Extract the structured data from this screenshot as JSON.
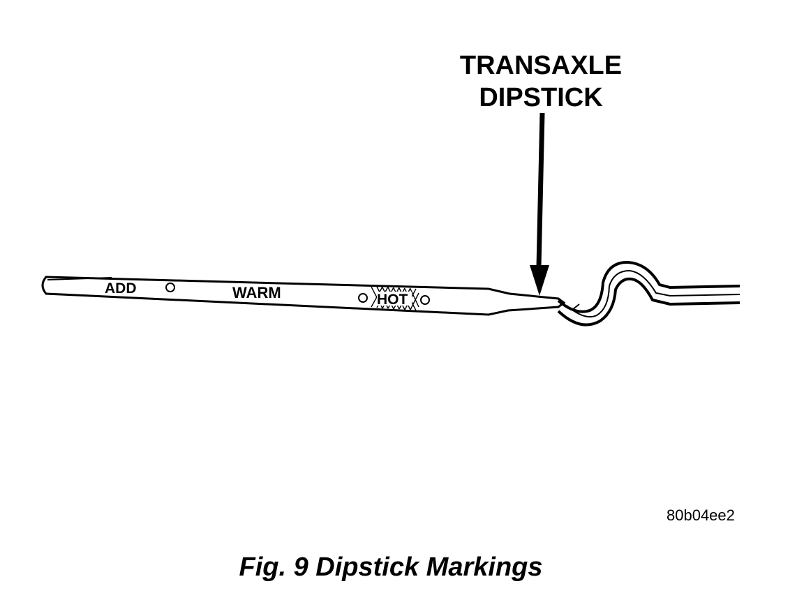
{
  "callout": {
    "line1": "TRANSAXLE",
    "line2": "DIPSTICK"
  },
  "markings": {
    "add": "ADD",
    "warm": "WARM",
    "hot": "HOT"
  },
  "figure_id": "80b04ee2",
  "caption": "Fig. 9 Dipstick Markings"
}
